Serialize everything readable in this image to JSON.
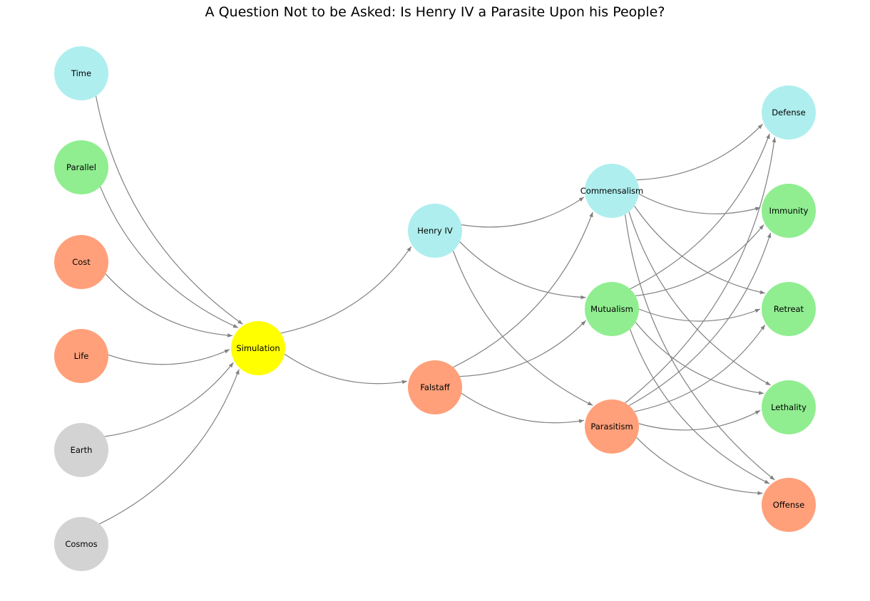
{
  "title": "A Question Not to be Asked: Is Henry IV a Parasite Upon his People?",
  "colors": {
    "cyan": "#afeeee",
    "green": "#90ee90",
    "salmon": "#ffa07a",
    "gray": "#d3d3d3",
    "yellow": "#ffff00",
    "edge": "#808080"
  },
  "nodes": [
    {
      "id": "time",
      "label": "Time",
      "color": "cyan"
    },
    {
      "id": "parallel",
      "label": "Parallel",
      "color": "green"
    },
    {
      "id": "cost",
      "label": "Cost",
      "color": "salmon"
    },
    {
      "id": "life",
      "label": "Life",
      "color": "salmon"
    },
    {
      "id": "earth",
      "label": "Earth",
      "color": "gray"
    },
    {
      "id": "cosmos",
      "label": "Cosmos",
      "color": "gray"
    },
    {
      "id": "simulation",
      "label": "Simulation",
      "color": "yellow"
    },
    {
      "id": "henry",
      "label": "Henry IV",
      "color": "cyan"
    },
    {
      "id": "falstaff",
      "label": "Falstaff",
      "color": "salmon"
    },
    {
      "id": "commensalism",
      "label": "Commensalism",
      "color": "cyan"
    },
    {
      "id": "mutualism",
      "label": "Mutualism",
      "color": "green"
    },
    {
      "id": "parasitism",
      "label": "Parasitism",
      "color": "salmon"
    },
    {
      "id": "defense",
      "label": "Defense",
      "color": "cyan"
    },
    {
      "id": "immunity",
      "label": "Immunity",
      "color": "green"
    },
    {
      "id": "retreat",
      "label": "Retreat",
      "color": "green"
    },
    {
      "id": "lethality",
      "label": "Lethality",
      "color": "green"
    },
    {
      "id": "offense",
      "label": "Offense",
      "color": "salmon"
    }
  ],
  "edges": [
    [
      "time",
      "simulation"
    ],
    [
      "parallel",
      "simulation"
    ],
    [
      "cost",
      "simulation"
    ],
    [
      "life",
      "simulation"
    ],
    [
      "earth",
      "simulation"
    ],
    [
      "cosmos",
      "simulation"
    ],
    [
      "simulation",
      "henry"
    ],
    [
      "simulation",
      "falstaff"
    ],
    [
      "henry",
      "commensalism"
    ],
    [
      "henry",
      "mutualism"
    ],
    [
      "henry",
      "parasitism"
    ],
    [
      "falstaff",
      "commensalism"
    ],
    [
      "falstaff",
      "mutualism"
    ],
    [
      "falstaff",
      "parasitism"
    ],
    [
      "commensalism",
      "defense"
    ],
    [
      "commensalism",
      "immunity"
    ],
    [
      "commensalism",
      "retreat"
    ],
    [
      "commensalism",
      "lethality"
    ],
    [
      "commensalism",
      "offense"
    ],
    [
      "mutualism",
      "defense"
    ],
    [
      "mutualism",
      "immunity"
    ],
    [
      "mutualism",
      "retreat"
    ],
    [
      "mutualism",
      "lethality"
    ],
    [
      "mutualism",
      "offense"
    ],
    [
      "parasitism",
      "defense"
    ],
    [
      "parasitism",
      "immunity"
    ],
    [
      "parasitism",
      "retreat"
    ],
    [
      "parasitism",
      "lethality"
    ],
    [
      "parasitism",
      "offense"
    ]
  ]
}
